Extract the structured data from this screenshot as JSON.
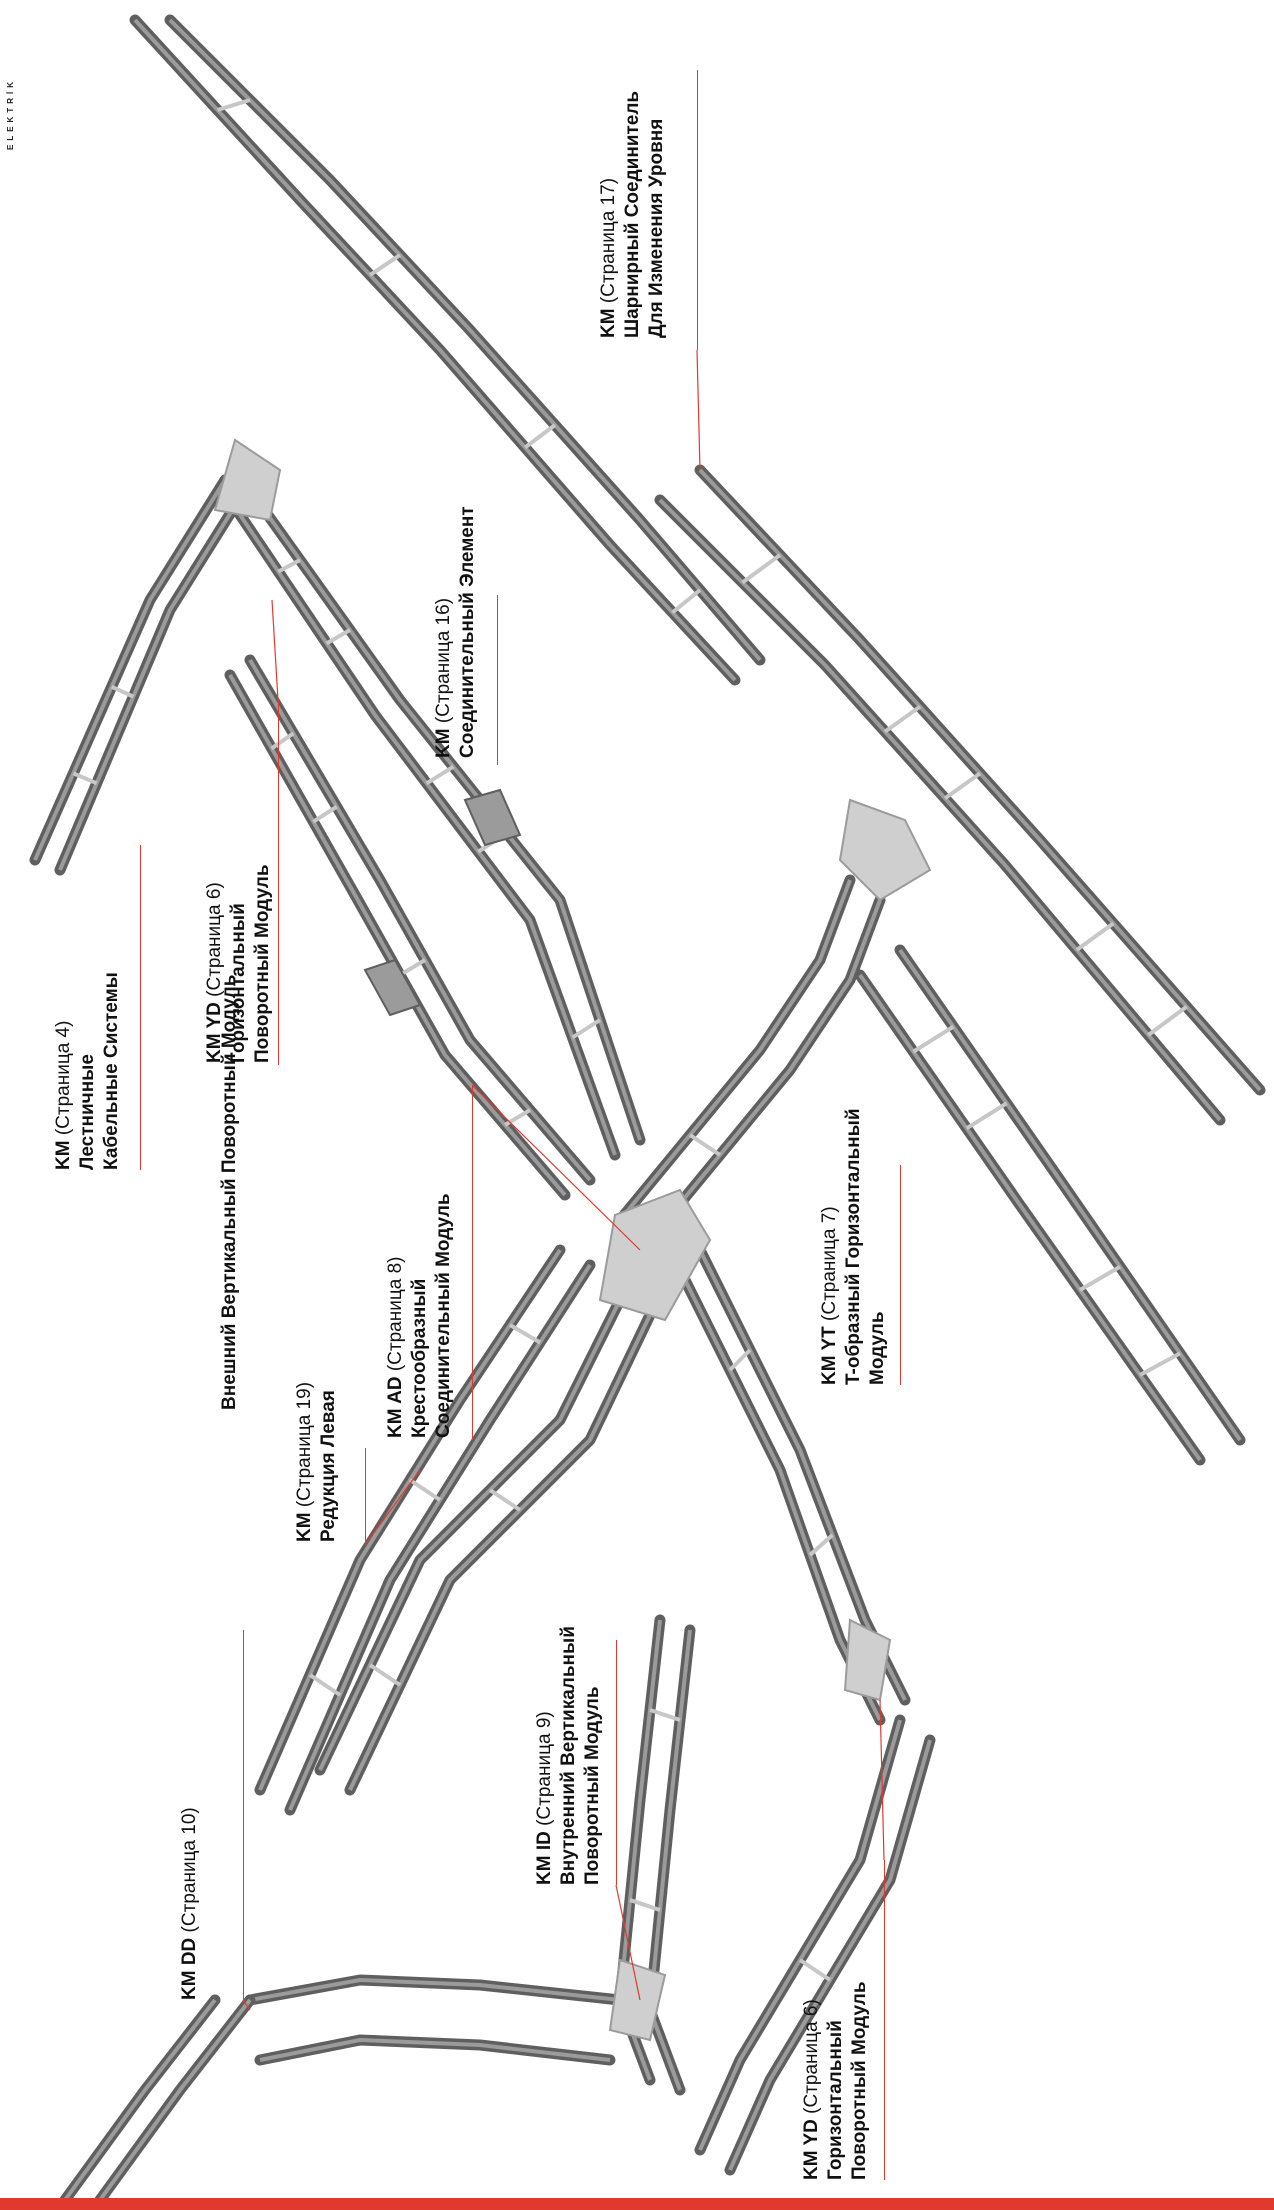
{
  "brand": {
    "text": "ELEKTRİK"
  },
  "colors": {
    "accent": "#e03a2e",
    "tray_dark": "#5f5f5f",
    "tray_mid": "#9b9b9b",
    "tray_light": "#c7c7c7",
    "panel": "#cfcfcf"
  },
  "labels": [
    {
      "code": "KM",
      "page": "(Страница 17)",
      "lines": [
        "Шарнирный Соединитель",
        "Для Изменения Уровня"
      ]
    },
    {
      "code": "KM",
      "page": "(Страница 16)",
      "lines": [
        "Соединительный Элемент"
      ]
    },
    {
      "code": "KM YD",
      "page": "(Страница 6)",
      "lines": [
        "Горизонтальный",
        "Поворотный Модуль"
      ]
    },
    {
      "code": "KM",
      "page": "(Страница 4)",
      "lines": [
        "Лестничные",
        "Кабельные Системы"
      ]
    },
    {
      "code": "KM AD",
      "page": "(Страница 8)",
      "lines": [
        "Крестообразный",
        "Соединительный Модуль"
      ]
    },
    {
      "code": "KM YT",
      "page": "(Страница 7)",
      "lines": [
        "T-образный Горизонтальный",
        "Модуль"
      ]
    },
    {
      "code": "KM",
      "page": "(Страница 19)",
      "lines": [
        "Редукция Левая"
      ]
    },
    {
      "code": "KM DD",
      "page": "(Страница 10)",
      "lines": [
        "Внешний Вертикальный Поворотный Модуль"
      ]
    },
    {
      "code": "KM ID",
      "page": "(Страница 9)",
      "lines": [
        "Внутренний Вертикальный",
        "Поворотный Модуль"
      ]
    },
    {
      "code": "KM YD",
      "page": "(Страница 6)",
      "lines": [
        "Горизонтальный",
        "Поворотный Модуль"
      ]
    }
  ]
}
